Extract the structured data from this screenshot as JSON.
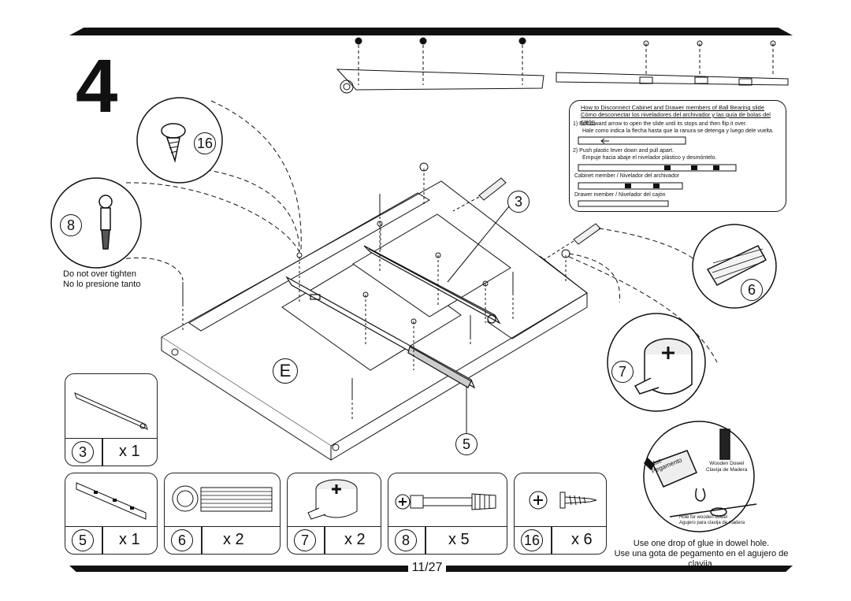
{
  "step": {
    "number": "4"
  },
  "page": {
    "label": "11/27"
  },
  "callouts": {
    "c16": "16",
    "c8": "8",
    "c3": "3",
    "c6": "6",
    "c7": "7",
    "c5": "5",
    "panel": "E"
  },
  "screw_note": {
    "en": "Do not over tighten",
    "es": "No lo presione tanto"
  },
  "disconnect_box": {
    "title_en": "How to Disconnect Cabinet and Drawer members of Ball Bearing slide",
    "title_es": "Cómo desconectar los niveladores del archivador y las guía de bolas del cajón",
    "step1_en": "1)  Pull  toward arrow to open the slide until its stops and then flip it over.",
    "step1_es": "Hale como indica la flecha hasta que la ranura  se detenga y luego dele vuelta.",
    "step2_en": "2)  Push plastic lever down and pull apart.",
    "step2_es": "Empuje hacia abaje el nivelador plástico y desmóntelo.",
    "cabinet_member": "Cabinet member / Nivelador del archivador",
    "drawer_member": "Drawer member / Nivelador del cajón"
  },
  "glue": {
    "bottle_label": "Glue",
    "bottle_label2": "Pegamento",
    "dowel_label_en": "Wooden Dowel",
    "dowel_label_es": "Clavija de Madera",
    "hole_en": "Hole for wooden dowel",
    "hole_es": "Agujero para clavija de madera",
    "note_en": "Use one drop of glue in dowel hole.",
    "note_es": "Use una gota de pegamento en el agujero de clavija."
  },
  "parts": [
    {
      "num": "3",
      "qty": "x 1",
      "name": "drawer-slide-left"
    },
    {
      "num": "5",
      "qty": "x 1",
      "name": "drawer-slide-right"
    },
    {
      "num": "6",
      "qty": "x 2",
      "name": "wooden-dowel"
    },
    {
      "num": "7",
      "qty": "x 2",
      "name": "cam-lock"
    },
    {
      "num": "8",
      "qty": "x 5",
      "name": "cam-bolt"
    },
    {
      "num": "16",
      "qty": "x 6",
      "name": "screw"
    }
  ],
  "colors": {
    "ink": "#111111",
    "panel_fill": "#ffffff",
    "shade": "#d9d9d9"
  }
}
